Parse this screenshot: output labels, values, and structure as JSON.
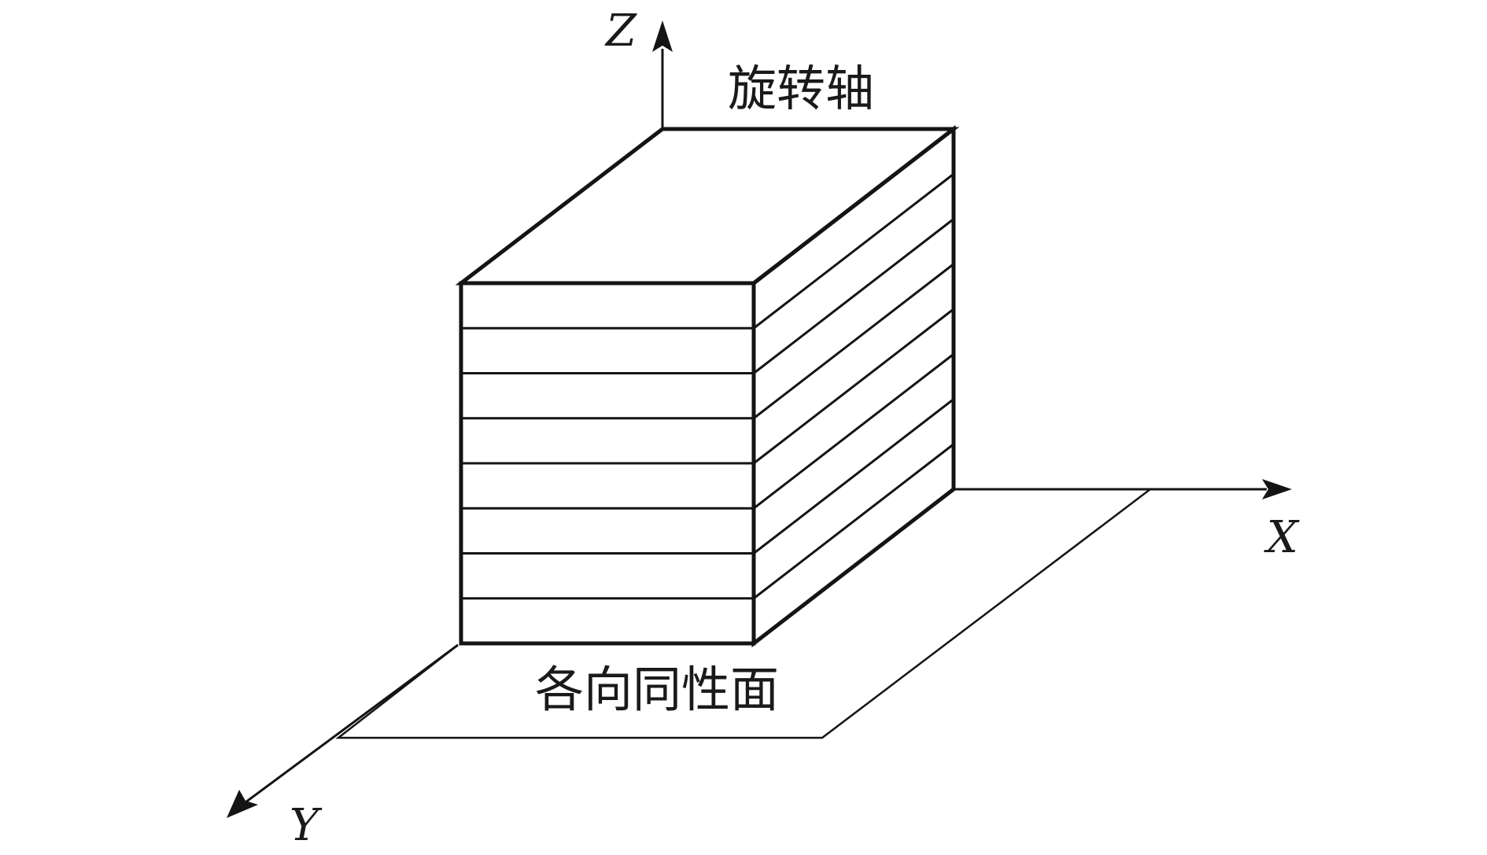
{
  "labels": {
    "rotation_axis": "旋转轴",
    "isotropic_plane": "各向同性面",
    "axis_x": "X",
    "axis_y": "Y",
    "axis_z": "Z"
  },
  "diagram": {
    "layer_count": 8,
    "line_color": "#141414",
    "background": "#ffffff"
  }
}
